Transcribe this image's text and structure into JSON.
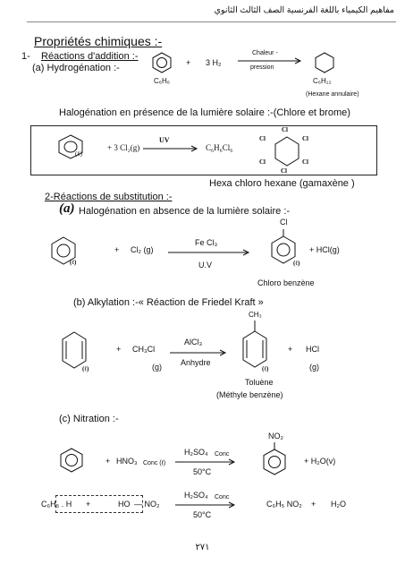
{
  "header": "مفاهيم الكيمياء باللغة الفرنسية الصف الثالث الثانوي",
  "title": "Propriétés chimiques :-",
  "section1": {
    "num": "1-",
    "heading": "Réactions d'addition :-",
    "hydro_label": "(a) Hydrogénation :-",
    "plus": "+",
    "h2": "3 H₂",
    "cond_top": "Chaleur -",
    "cond_bottom": "pression",
    "reactant_formula": "C₆H₆",
    "product_formula": "C₆H₁₂",
    "product_name": "(Hexane annulaire)"
  },
  "halogen_light": {
    "heading": "Halogénation en présence de la lumière solaire :-(Chlore et brome)",
    "reagent": "+ 3 Cl₂(g)",
    "cond": "UV",
    "formula": "C₆H₆Cl₆",
    "cl_label": "Cl",
    "ring_label": "(ℓ)",
    "product_name": "Hexa chloro hexane (gamaxène )"
  },
  "section2": {
    "heading": "2-Réactions de substitution :-",
    "a_letter": "(a)",
    "a_text": "Halogénation en absence de la lumière solaire :-",
    "plus": "+",
    "cl2": "Cl₂ (g)",
    "cond_top": "Fe Cl₃",
    "cond_bottom": "U.V",
    "sub_cl": "Cl",
    "hcl": "+ HCl(g)",
    "ring_label": "(ℓ)",
    "product_name": "Chloro benzène"
  },
  "alkylation": {
    "heading": "(b) Alkylation :-« Réaction de Friedel Kraft »",
    "ch3": "CH₃",
    "plus": "+",
    "ch3cl": "CH₃Cl",
    "g": "(g)",
    "cond_top": "AlCl₃",
    "cond_bottom": "Anhydre",
    "hcl": "HCl",
    "ring_label": "(ℓ)",
    "product_name": "Toluène",
    "product_alt": "(Méthyle benzène)"
  },
  "nitration": {
    "heading": "(c) Nitration :-",
    "plus": "+",
    "hno3": "HNO₃",
    "conc": "Conc (ℓ)",
    "cond_top": "H₂SO₄",
    "cond_conc": "Conc",
    "cond_bottom": "50°C",
    "no2": "NO₂",
    "h2o": "+ H₂O(v)",
    "eq2_left_a": "C₆H₅ . H",
    "eq2_plus": "+",
    "eq2_left_b": "HO",
    "eq2_left_c": "— NO₂",
    "eq2_right": "C₆H₅ NO₂",
    "eq2_right_b": "H₂O"
  },
  "page_number": "٢٧١"
}
